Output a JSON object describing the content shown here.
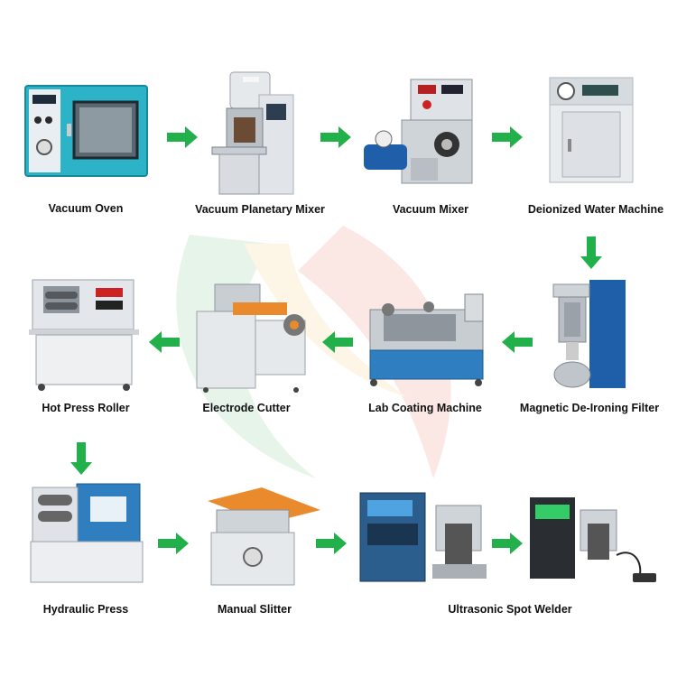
{
  "colors": {
    "arrow": "#22b04b",
    "panel_blue": "#2f7fc0",
    "steel": "#c9ced6",
    "orange": "#e98a2c"
  },
  "steps": [
    {
      "id": "vacuum-oven",
      "label": "Vacuum Oven",
      "icon": "vacuum-oven-icon"
    },
    {
      "id": "vacuum-planetary-mixer",
      "label": "Vacuum Planetary Mixer",
      "icon": "planetary-mixer-icon"
    },
    {
      "id": "vacuum-mixer",
      "label": "Vacuum Mixer",
      "icon": "vacuum-mixer-icon"
    },
    {
      "id": "deionized-water-machine",
      "label": "Deionized Water Machine",
      "icon": "water-machine-icon"
    },
    {
      "id": "magnetic-de-ironing-filter",
      "label": "Magnetic De-Ironing Filter",
      "icon": "magnetic-filter-icon"
    },
    {
      "id": "lab-coating-machine",
      "label": "Lab Coating Machine",
      "icon": "coating-machine-icon"
    },
    {
      "id": "electrode-cutter",
      "label": "Electrode Cutter",
      "icon": "electrode-cutter-icon"
    },
    {
      "id": "hot-press-roller",
      "label": "Hot Press Roller",
      "icon": "hot-press-roller-icon"
    },
    {
      "id": "hydraulic-press",
      "label": "Hydraulic Press",
      "icon": "hydraulic-press-icon"
    },
    {
      "id": "manual-slitter",
      "label": "Manual Slitter",
      "icon": "manual-slitter-icon"
    },
    {
      "id": "ultrasonic-spot-welder",
      "label": "Ultrasonic Spot Welder",
      "icon": "spot-welder-icon"
    }
  ]
}
